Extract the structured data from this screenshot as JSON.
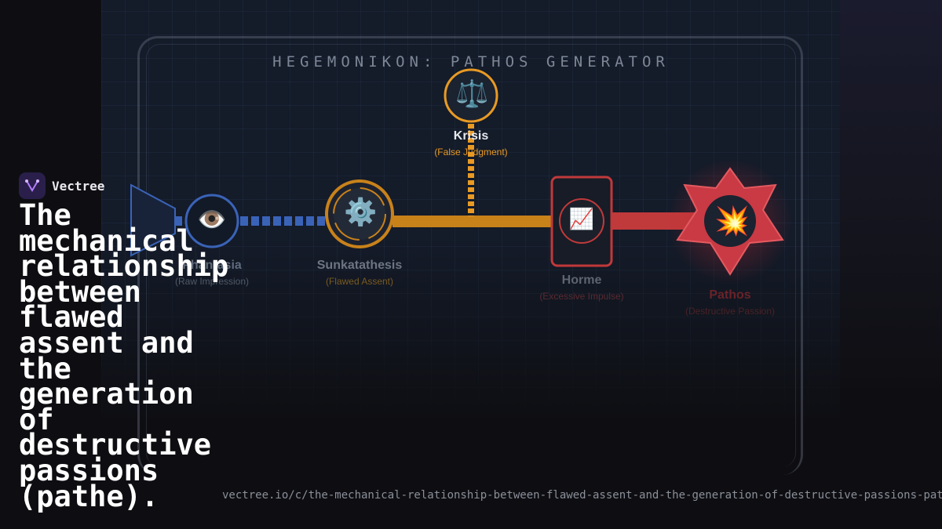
{
  "brand": {
    "name": "Vectree",
    "logo_icon": "vectree-logo-icon"
  },
  "headline": "The mechanical relationship between flawed assent and the generation of destructive passions (pathe).",
  "url": "vectree.io/c/the-mechanical-relationship-between-flawed-assent-and-the-generation-of-destructive-passions-pat",
  "diagram": {
    "title": "HEGEMONIKON: PATHOS GENERATOR",
    "nodes": {
      "phantasia": {
        "label": "Phantasia",
        "sub": "(Raw Impression)",
        "icon": "eye-icon",
        "glyph": "👁️"
      },
      "sunkatathesis": {
        "label": "Sunkatathesis",
        "sub": "(Flawed Assent)",
        "icon": "gear-icon",
        "glyph": "⚙️"
      },
      "krisis": {
        "label": "Krisis",
        "sub": "(False Judgment)",
        "icon": "scales-icon",
        "glyph": "⚖️"
      },
      "horme": {
        "label": "Horme",
        "sub": "(Excessive Impulse)",
        "icon": "chart-increasing-icon",
        "glyph": "📈"
      },
      "pathos": {
        "label": "Pathos",
        "sub": "(Destructive Passion)",
        "icon": "explosion-icon",
        "glyph": "💥"
      }
    },
    "colors": {
      "blue": "#3a63b8",
      "orange": "#c8821a",
      "red": "#c0393b",
      "krisis_ring": "#e89a24"
    }
  }
}
